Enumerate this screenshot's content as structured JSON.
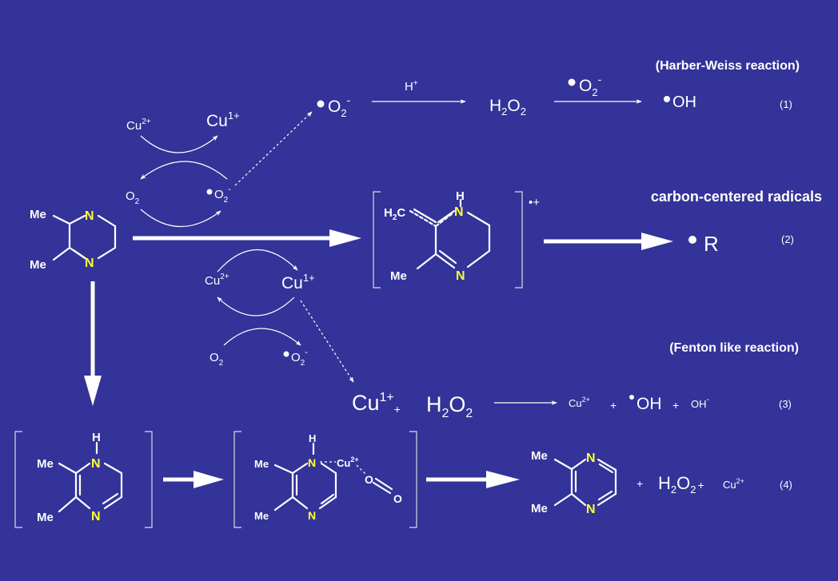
{
  "labels": {
    "harber_weiss": "(Harber-Weiss reaction)",
    "carbon_radicals": "carbon-centered radicals",
    "fenton_like": "(Fenton like reaction)"
  },
  "species": {
    "cu": "Cu",
    "cu2": "2+",
    "cu1": "1+",
    "o2": "O",
    "two": "2",
    "minus": "-",
    "h2": "H",
    "oh": "OH",
    "h_plus_h": "H",
    "plus": "+",
    "r": "R",
    "me": "Me",
    "n": "N",
    "h": "H",
    "o": "O",
    "c": "C",
    "radical_cation": "•+"
  },
  "equations": {
    "eq1": "(1)",
    "eq2": "(2)",
    "eq3": "(3)",
    "eq4": "(4)"
  },
  "colors": {
    "background": "#333399",
    "text": "#ffffff",
    "nitrogen": "#ffff33"
  }
}
